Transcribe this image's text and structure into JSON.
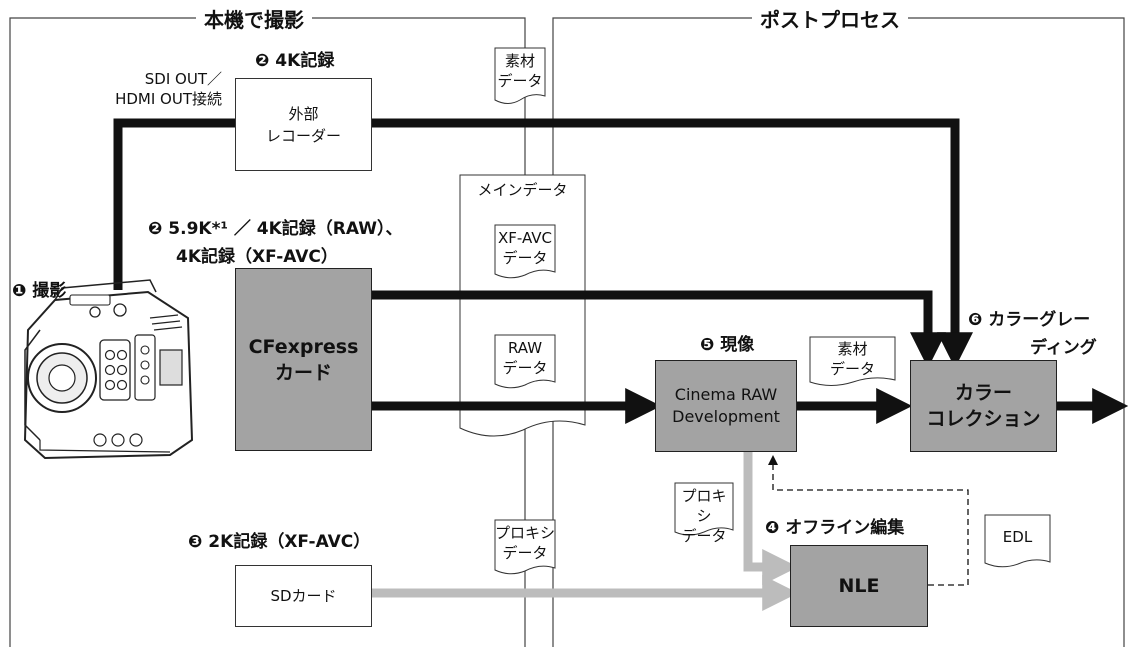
{
  "sections": {
    "left": "本機で撮影",
    "right": "ポストプロセス"
  },
  "steps": {
    "shoot": "❶ 撮影",
    "rec4k": "❷ 4K記録",
    "rec59k_line1": "❷ 5.9K*¹ ／ 4K記録（RAW）、",
    "rec59k_line2": "4K記録（XF-AVC）",
    "rec2k": "❸ 2K記録（XF-AVC）",
    "offline_edit": "❹ オフライン編集",
    "develop": "❺ 現像",
    "grading_line1": "❻ カラーグレー",
    "grading_line2": "ディング"
  },
  "connection": {
    "line1": "SDI OUT／",
    "line2": "HDMI OUT接続"
  },
  "boxes": {
    "recorder_line1": "外部",
    "recorder_line2": "レコーダー",
    "cfexpress_line1": "CFexpress",
    "cfexpress_line2": "カード",
    "sdcard": "SDカード",
    "cinema_line1": "Cinema RAW",
    "cinema_line2": "Development",
    "color_line1": "カラー",
    "color_line2": "コレクション",
    "nle": "NLE"
  },
  "documents": {
    "material_top_line1": "素材",
    "material_top_line2": "データ",
    "main_data": "メインデータ",
    "xfavc_line1": "XF-AVC",
    "xfavc_line2": "データ",
    "raw_line1": "RAW",
    "raw_line2": "データ",
    "proxy_mid_line1": "プロキシ",
    "proxy_mid_line2": "データ",
    "proxy_right_line1": "プロキシ",
    "proxy_right_line2": "データ",
    "material_right_line1": "素材",
    "material_right_line2": "データ",
    "edl": "EDL"
  },
  "icons": {
    "camera": "cinema-camera-icon"
  }
}
